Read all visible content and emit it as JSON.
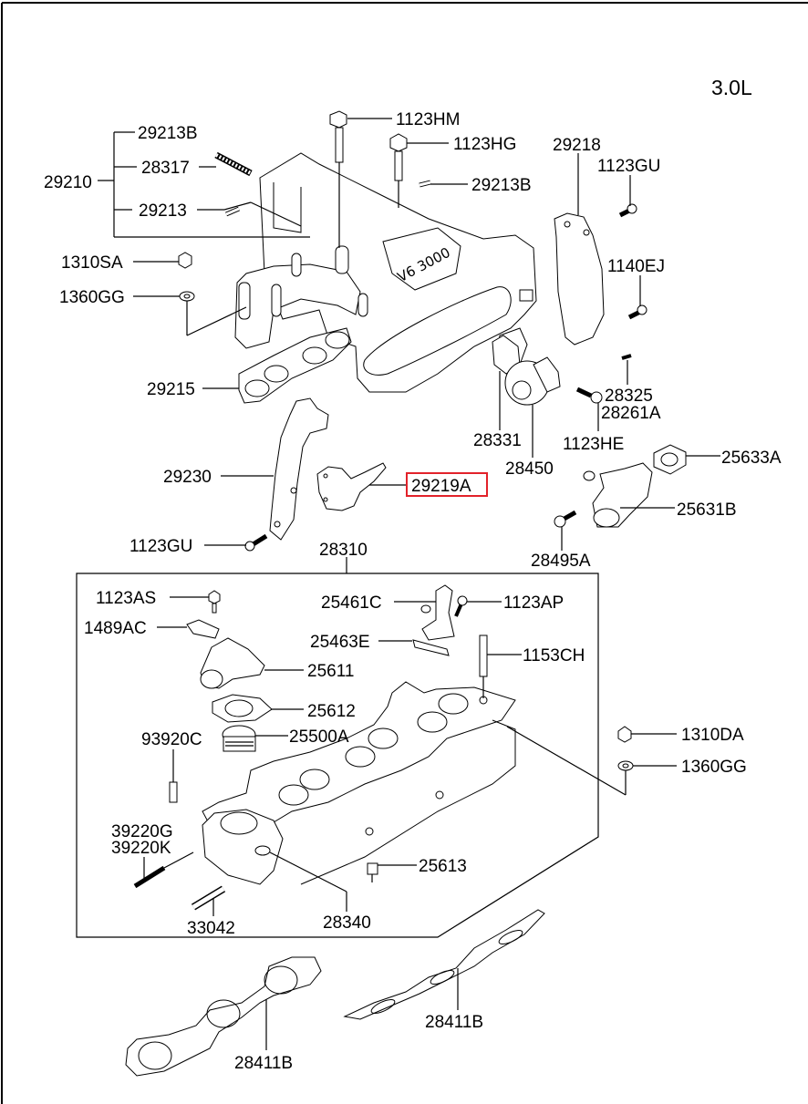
{
  "diagram": {
    "engine_label": "3.0L",
    "highlight_color": "#e2222a",
    "labels": {
      "p29213B_top": "29213B",
      "p29210": "29210",
      "p28317": "28317",
      "p29213": "29213",
      "p1123HM": "1123HM",
      "p1123HG": "1123HG",
      "p29213B_right": "29213B",
      "p29218": "29218",
      "p1123GU_top": "1123GU",
      "p1310SA": "1310SA",
      "p1360GG_left": "1360GG",
      "p1140EJ": "1140EJ",
      "p29215": "29215",
      "p28325": "28325",
      "p28261A": "28261A",
      "p28331": "28331",
      "p1123HE": "1123HE",
      "p28450": "28450",
      "p25633A": "25633A",
      "p29230": "29230",
      "p29219A": "29219A",
      "p25631B": "25631B",
      "p1123GU_bottom": "1123GU",
      "p28310": "28310",
      "p28495A": "28495A",
      "p1123AS": "1123AS",
      "p25461C": "25461C",
      "p1123AP": "1123AP",
      "p1489AC": "1489AC",
      "p25463E": "25463E",
      "p1153CH": "1153CH",
      "p25611": "25611",
      "p25612": "25612",
      "p93920C": "93920C",
      "p25500A": "25500A",
      "p1310DA": "1310DA",
      "p1360GG_right": "1360GG",
      "p39220G": "39220G",
      "p39220K": "39220K",
      "p25613": "25613",
      "p33042": "33042",
      "p28340": "28340",
      "p28411B_right": "28411B",
      "p28411B_left": "28411B"
    },
    "highlighted_part": "29219A"
  }
}
